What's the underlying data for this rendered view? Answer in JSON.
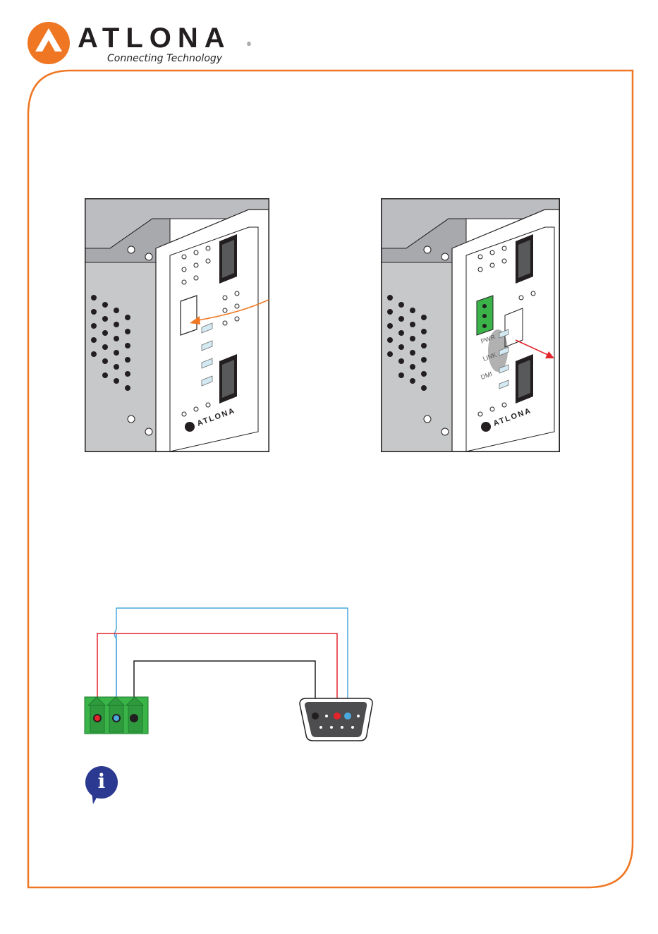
{
  "header": {
    "brand_name": "ATLONA",
    "registered_mark": "®",
    "tagline": "Connecting Technology"
  },
  "colors": {
    "accent": "#ef7622",
    "connector_green": "#3ab449",
    "wire_red": "#e3242b",
    "wire_blue": "#4ba8dc",
    "wire_black": "#231f20",
    "info_badge": "#2b3990"
  },
  "figures": {
    "left_panel": {
      "brand": "ATLONA",
      "registered_mark": "®"
    },
    "right_panel": {
      "brand": "ATLONA",
      "registered_mark": "®",
      "led_labels": [
        "PWR",
        "LINK",
        "DMI"
      ]
    }
  },
  "wiring": {
    "terminal_block": {
      "pins": 3
    },
    "db9_connector": {
      "top_row_pins": 5,
      "bottom_row_pins": 4
    }
  },
  "info_icon": {
    "glyph": "i",
    "icon": "info-icon"
  }
}
